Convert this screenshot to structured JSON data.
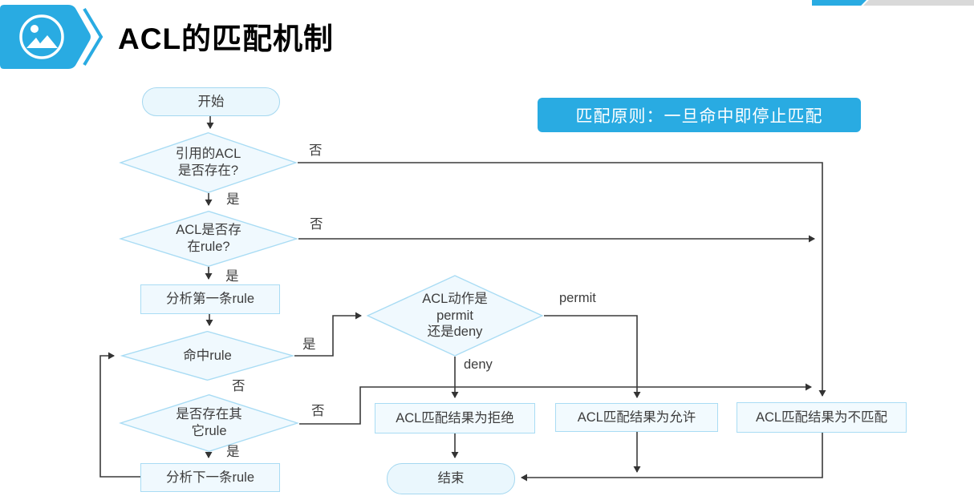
{
  "header": {
    "title": "ACL的匹配机制",
    "icon": "image-icon",
    "accent_color": "#29abe2",
    "strip_gray_color": "#d9d9d9"
  },
  "banner": {
    "text": "匹配原则：一旦命中即停止匹配",
    "background": "#29abe2",
    "text_color": "#ffffff"
  },
  "flowchart": {
    "colors": {
      "shape_fill": "#f0f9fe",
      "shape_border": "#a9dcf4",
      "line_color": "#3a3a3a",
      "text_color": "#3d3d3d"
    },
    "nodes": [
      {
        "id": "start",
        "shape": "terminal",
        "label": "开始"
      },
      {
        "id": "acl-exists",
        "shape": "diamond",
        "label": "引用的ACL\n是否存在?"
      },
      {
        "id": "rule-exists",
        "shape": "diamond",
        "label": "ACL是否存\n在rule?"
      },
      {
        "id": "first-rule",
        "shape": "process",
        "label": "分析第一条rule"
      },
      {
        "id": "hit-rule",
        "shape": "diamond",
        "label": "命中rule"
      },
      {
        "id": "acl-action",
        "shape": "diamond",
        "label": "ACL动作是\npermit\n还是deny"
      },
      {
        "id": "other-rule",
        "shape": "diamond",
        "label": "是否存在其\n它rule"
      },
      {
        "id": "next-rule",
        "shape": "process",
        "label": "分析下一条rule"
      },
      {
        "id": "result-deny",
        "shape": "result",
        "label": "ACL匹配结果为拒绝"
      },
      {
        "id": "result-permit",
        "shape": "result",
        "label": "ACL匹配结果为允许"
      },
      {
        "id": "result-nomatch",
        "shape": "result",
        "label": "ACL匹配结果为不匹配"
      },
      {
        "id": "end",
        "shape": "terminal",
        "label": "结束"
      }
    ],
    "edge_labels": [
      {
        "id": "acl-exists-no",
        "text": "否"
      },
      {
        "id": "acl-exists-yes",
        "text": "是"
      },
      {
        "id": "rule-exists-no",
        "text": "否"
      },
      {
        "id": "rule-exists-yes",
        "text": "是"
      },
      {
        "id": "hit-rule-yes",
        "text": "是"
      },
      {
        "id": "hit-rule-no",
        "text": "否"
      },
      {
        "id": "other-rule-no",
        "text": "否"
      },
      {
        "id": "other-rule-yes",
        "text": "是"
      },
      {
        "id": "action-permit",
        "text": "permit"
      },
      {
        "id": "action-deny",
        "text": "deny"
      }
    ]
  }
}
